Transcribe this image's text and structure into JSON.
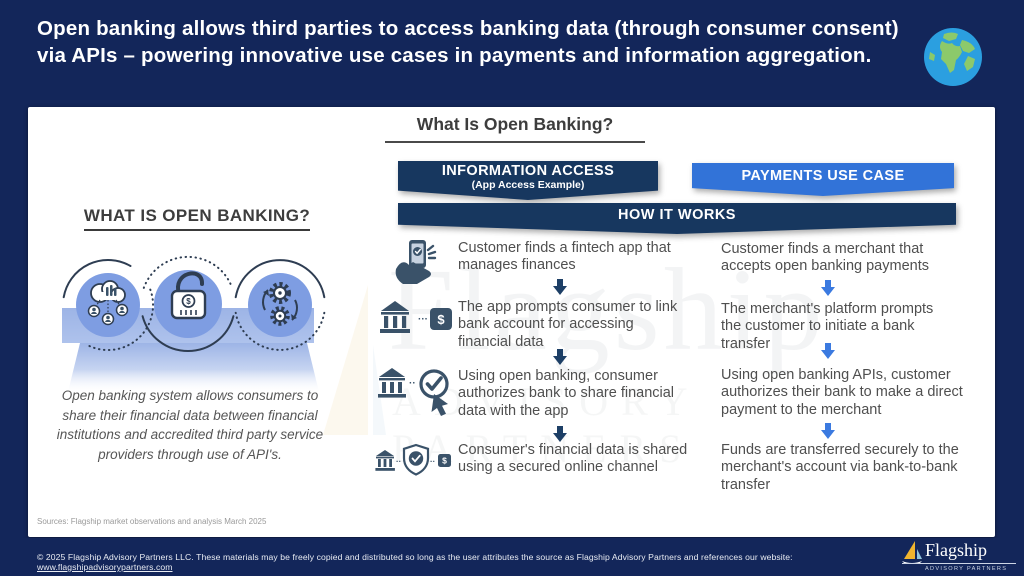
{
  "header": {
    "title": "Open banking allows third parties to access banking data (through consumer consent) via APIs – powering innovative use cases in payments and information aggregation."
  },
  "left_panel": {
    "heading": "WHAT IS OPEN BANKING?",
    "description": "Open banking system allows consumers to share their financial data between financial institutions and accredited third party service providers through use of API's.",
    "illustration_icons": [
      "users-cloud-icon",
      "open-padlock-bank-icon",
      "gears-sync-icon"
    ]
  },
  "main": {
    "title": "What Is Open Banking?",
    "info_banner": {
      "title": "INFORMATION ACCESS",
      "subtitle": "(App Access Example)"
    },
    "payments_banner": {
      "title": "PAYMENTS USE CASE"
    },
    "how_it_works": "HOW IT WORKS",
    "info_steps": [
      {
        "icon": "phone-in-hand-icon",
        "text": "Customer finds a fintech app that manages finances"
      },
      {
        "icon": "bank-link-dollar-icon",
        "text": "The app prompts consumer to link bank account for accessing financial data"
      },
      {
        "icon": "bank-authorize-check-icon",
        "text": "Using open banking, consumer authorizes bank to share financial data with the app"
      },
      {
        "icon": "bank-shield-secure-icon",
        "text": "Consumer's financial data is shared using a secured online channel"
      }
    ],
    "payment_steps": [
      {
        "text": "Customer finds a merchant that accepts open banking payments"
      },
      {
        "text": "The merchant's platform prompts the customer to initiate a bank transfer"
      },
      {
        "text": "Using open banking APIs, customer authorizes their bank to make a direct payment to the merchant"
      },
      {
        "text": "Funds are transferred securely to the merchant's account via bank-to-bank transfer"
      }
    ]
  },
  "watermark": {
    "word": "Flagship",
    "tagline": "ADVISORY PARTNERS"
  },
  "sources": "Sources: Flagship market observations and analysis March 2025",
  "footer": {
    "copyright": "© 2025 Flagship Advisory Partners LLC. These materials may be freely copied and distributed so long as the user attributes the source as Flagship Advisory Partners and references our website: ",
    "website": "www.flagshipadvisorypartners.com",
    "logo_name": "Flagship",
    "logo_tagline": "ADVISORY PARTNERS"
  },
  "colors": {
    "navy_bg": "#13265a",
    "banner_navy": "#17375f",
    "payments_blue": "#3273d8",
    "arrow_navy": "#1d3f66",
    "arrow_blue": "#3b7ae0",
    "icon_slate": "#3a5269",
    "circle_blue": "#7e9de2",
    "band_blue": "#9fb5e6",
    "text_gray": "#4f4f4f",
    "title_gray": "#3d3d3d",
    "globe_ocean": "#2b9fe0",
    "globe_land": "#8cc96b",
    "logo_gold": "#f0b42e",
    "logo_sail_blue": "#8fc3dd"
  }
}
